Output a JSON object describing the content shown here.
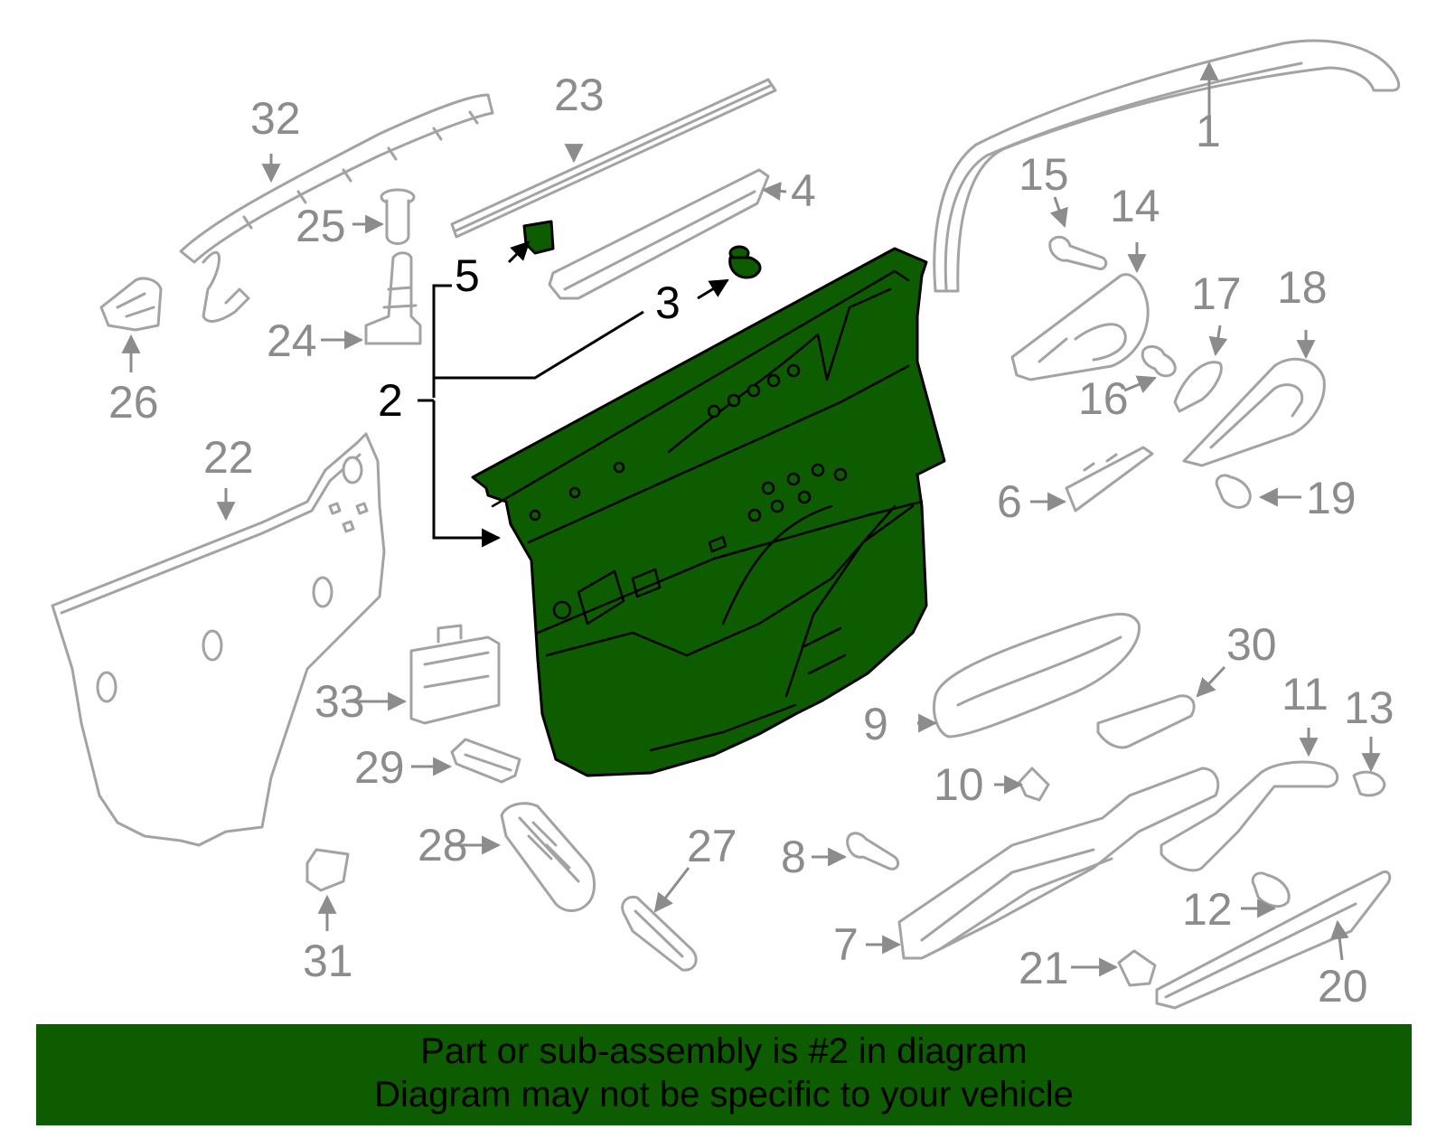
{
  "diagram": {
    "highlight_color": "#0e5c00",
    "line_color": "#a3a3a3",
    "callouts": [
      {
        "id": "1",
        "label": "1"
      },
      {
        "id": "2",
        "label": "2"
      },
      {
        "id": "3",
        "label": "3"
      },
      {
        "id": "4",
        "label": "4"
      },
      {
        "id": "5",
        "label": "5"
      },
      {
        "id": "6",
        "label": "6"
      },
      {
        "id": "7",
        "label": "7"
      },
      {
        "id": "8",
        "label": "8"
      },
      {
        "id": "9",
        "label": "9"
      },
      {
        "id": "10",
        "label": "10"
      },
      {
        "id": "11",
        "label": "11"
      },
      {
        "id": "12",
        "label": "12"
      },
      {
        "id": "13",
        "label": "13"
      },
      {
        "id": "14",
        "label": "14"
      },
      {
        "id": "15",
        "label": "15"
      },
      {
        "id": "16",
        "label": "16"
      },
      {
        "id": "17",
        "label": "17"
      },
      {
        "id": "18",
        "label": "18"
      },
      {
        "id": "19",
        "label": "19"
      },
      {
        "id": "20",
        "label": "20"
      },
      {
        "id": "21",
        "label": "21"
      },
      {
        "id": "22",
        "label": "22"
      },
      {
        "id": "23",
        "label": "23"
      },
      {
        "id": "24",
        "label": "24"
      },
      {
        "id": "25",
        "label": "25"
      },
      {
        "id": "26",
        "label": "26"
      },
      {
        "id": "27",
        "label": "27"
      },
      {
        "id": "28",
        "label": "28"
      },
      {
        "id": "29",
        "label": "29"
      },
      {
        "id": "30",
        "label": "30"
      },
      {
        "id": "31",
        "label": "31"
      },
      {
        "id": "32",
        "label": "32"
      },
      {
        "id": "33",
        "label": "33"
      }
    ]
  },
  "banner": {
    "line1": "Part or sub-assembly is #2 in diagram",
    "line2": "Diagram may not be specific to your vehicle"
  }
}
